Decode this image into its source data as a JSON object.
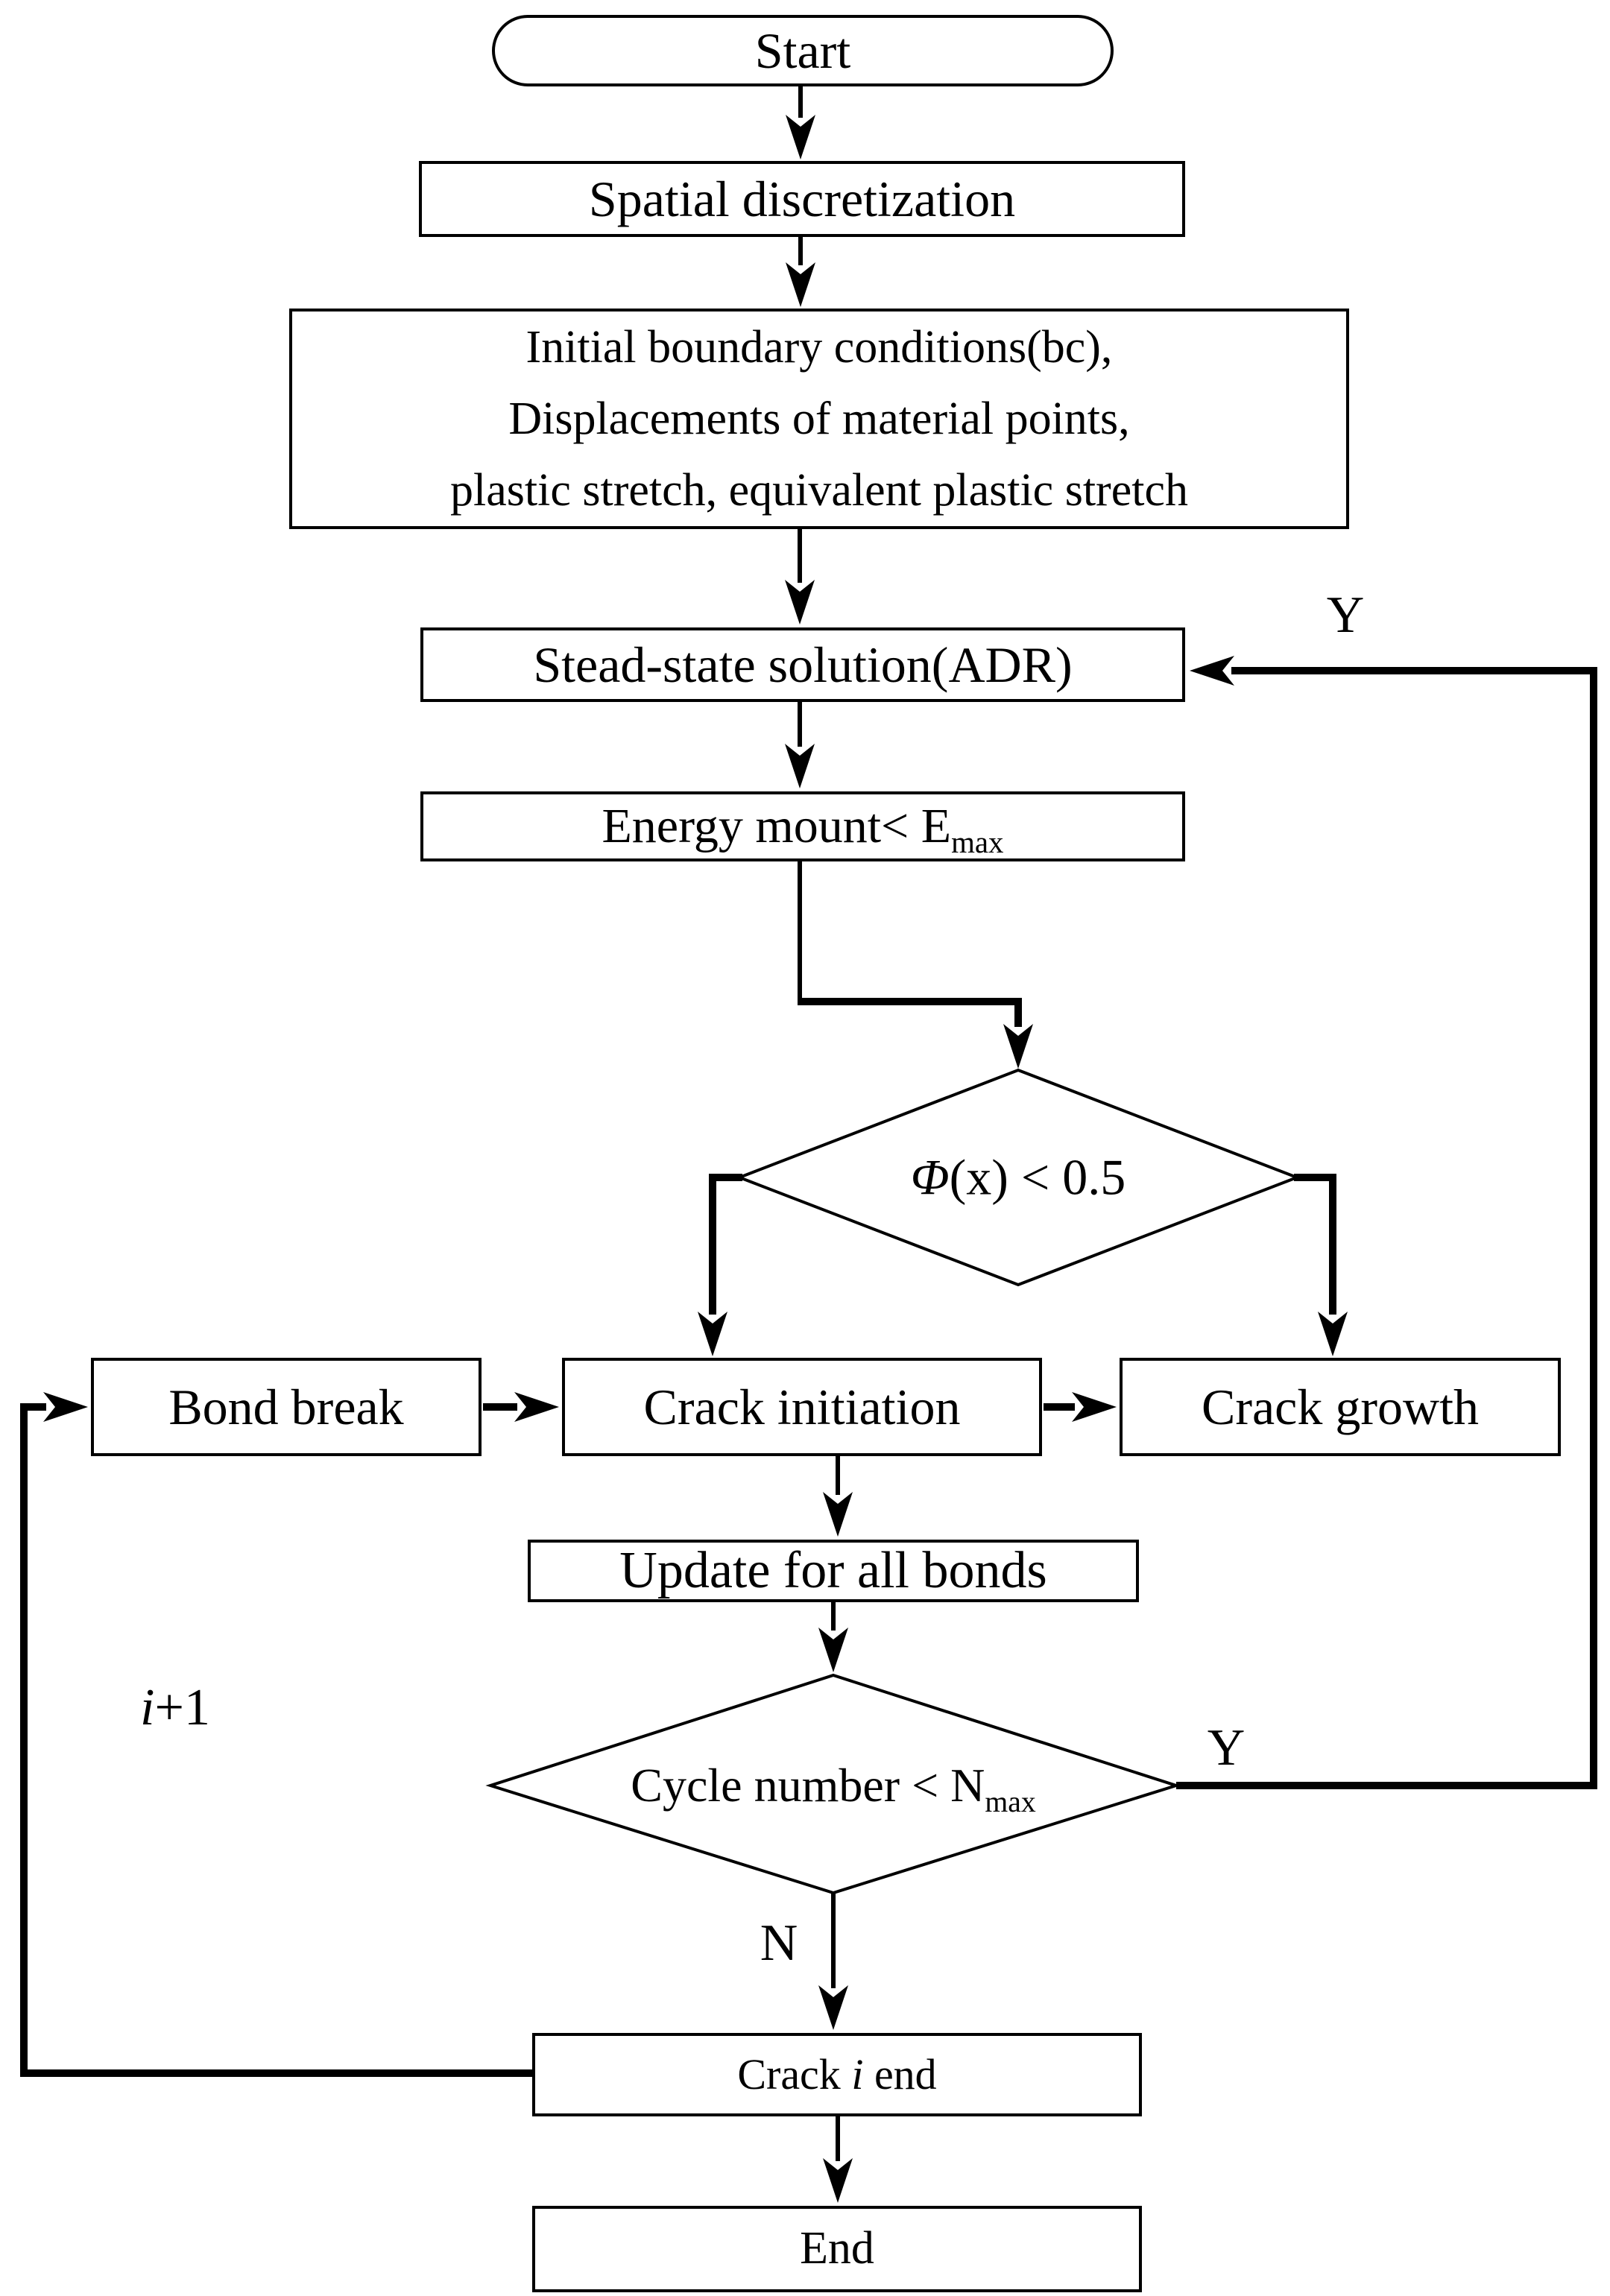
{
  "flowchart": {
    "nodes": {
      "start": "Start",
      "spatial": "Spatial discretization",
      "initial": {
        "line1": "Initial boundary conditions(bc),",
        "line2": "Displacements of material points,",
        "line3": "plastic stretch, equivalent plastic stretch"
      },
      "stead": "Stead-state solution(ADR)",
      "energy": {
        "text": "Energy mount< E",
        "sub": "max"
      },
      "phi": {
        "sym": "Φ",
        "rest": "(x) < 0.5"
      },
      "bond_break": "Bond break",
      "crack_initiation": "Crack initiation",
      "crack_growth": "Crack growth",
      "update": "Update for all bonds",
      "cycle": {
        "text": "Cycle number < N",
        "sub": "max"
      },
      "crack_end": {
        "pre": "Crack ",
        "var": "i",
        "post": " end"
      },
      "end": "End"
    },
    "labels": {
      "yes_top": "Y",
      "yes_cycle": "Y",
      "no": "N",
      "increment": {
        "var": "i",
        "post": "+1"
      }
    },
    "colors": {
      "line": "#000000",
      "background": "#ffffff",
      "box_fill": "#ffffff"
    }
  }
}
